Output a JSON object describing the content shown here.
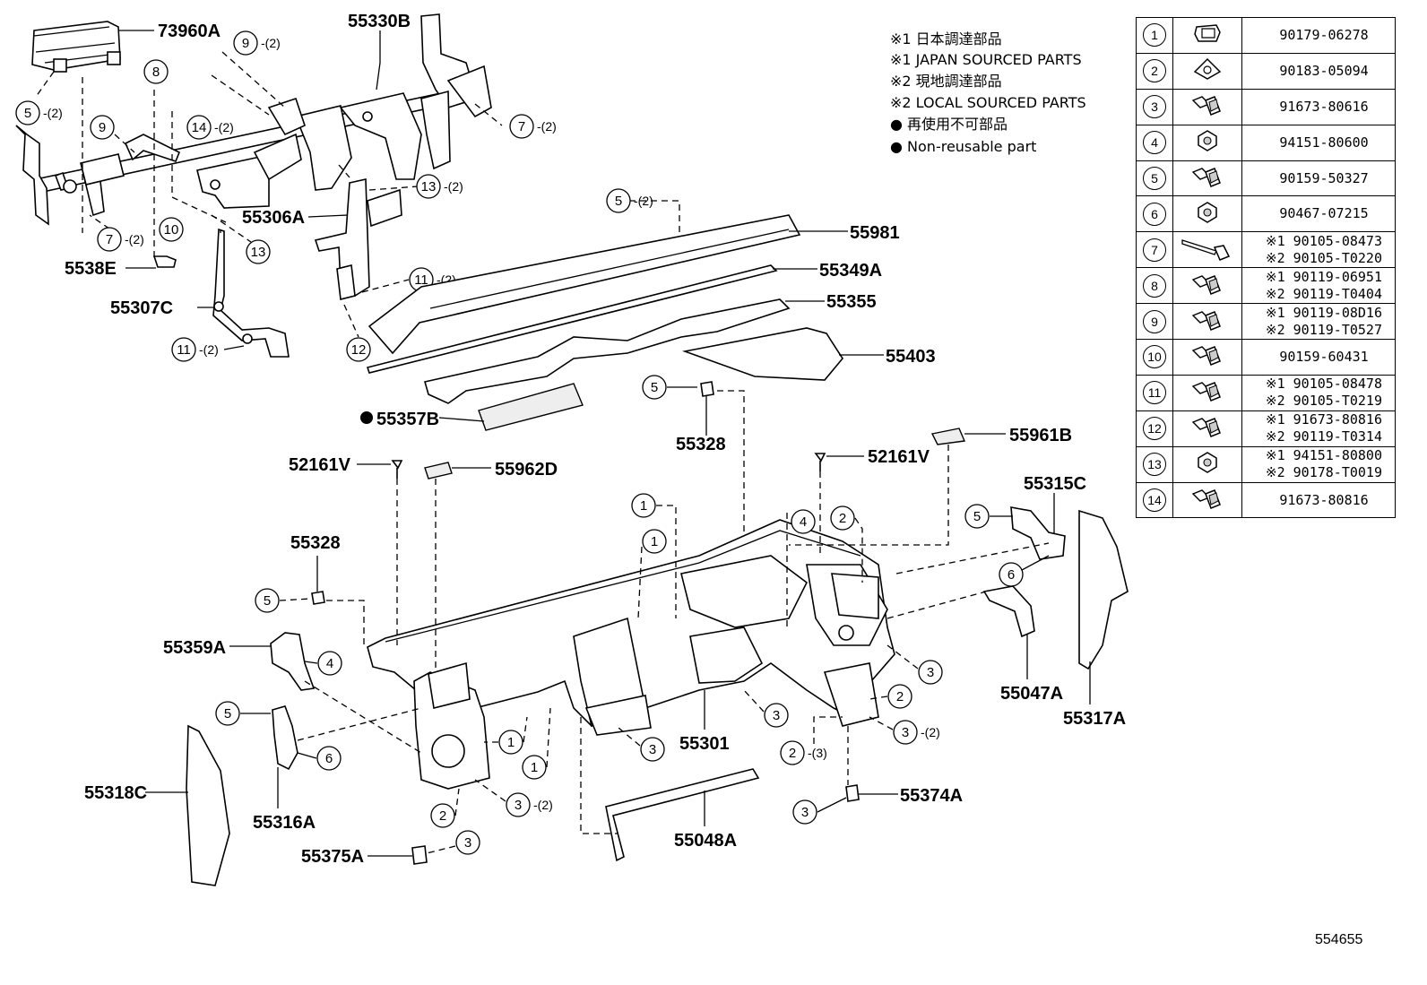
{
  "legend": {
    "line1": "※1 日本調達部品",
    "line2": "※1 JAPAN SOURCED PARTS",
    "line3": "※2 現地調達部品",
    "line4": "※2 LOCAL SOURCED PARTS",
    "line5": "● 再使用不可部品",
    "line6": "● Non-reusable part"
  },
  "labels": {
    "p73960A": "73960A",
    "p55330B": "55330B",
    "p5538E": "5538E",
    "p55307C": "55307C",
    "p55306A": "55306A",
    "p55981": "55981",
    "p55349A": "55349A",
    "p55355": "55355",
    "p55403": "55403",
    "p55357B": "55357B",
    "p55328a": "55328",
    "p55328b": "55328",
    "p52161Va": "52161V",
    "p52161Vb": "52161V",
    "p55962D": "55962D",
    "p55961B": "55961B",
    "p55315C": "55315C",
    "p55359A": "55359A",
    "p55301": "55301",
    "p55047A": "55047A",
    "p55317A": "55317A",
    "p55318C": "55318C",
    "p55316A": "55316A",
    "p55374A": "55374A",
    "p55048A": "55048A",
    "p55375A": "55375A"
  },
  "callouts": {
    "c5a": "5",
    "c5a_q": "-(2)",
    "c9a": "9",
    "c9a_q": "-(2)",
    "c8": "8",
    "c9b": "9",
    "c14": "14",
    "c14_q": "-(2)",
    "c7a": "7",
    "c7a_q": "-(2)",
    "c7b": "7",
    "c7b_q": "-(2)",
    "c10": "10",
    "c13a": "13",
    "c13a_q": "-(2)",
    "c13b": "13",
    "c11a": "11",
    "c11a_q": "-(2)",
    "c11b": "11",
    "c11b_q": "-(2)",
    "c12": "12",
    "c5b": "5",
    "c5b_q": "-(2)",
    "c5c": "5",
    "c1a": "1",
    "c1b": "1",
    "c1c": "1",
    "c1d": "1",
    "c4a": "4",
    "c2a": "2",
    "c5d": "5",
    "c6a": "6",
    "c5e": "5",
    "c4b": "4",
    "c5f": "5",
    "c6b": "6",
    "c3a": "3",
    "c3b": "3",
    "c3c": "3",
    "c2b": "2",
    "c3d": "3",
    "c3d_q": "-(2)",
    "c2c": "2",
    "c2c_q": "-(3)",
    "c3e": "3",
    "c3e_q": "-(2)",
    "c2d": "2",
    "c3f": "3",
    "c3g": "3"
  },
  "fasteners": [
    {
      "num": "1",
      "icon": "u-nut-clip-icon",
      "line1": "90179-06278",
      "line2": ""
    },
    {
      "num": "2",
      "icon": "clip-nut-icon",
      "line1": "90183-05094",
      "line2": ""
    },
    {
      "num": "3",
      "icon": "flange-bolt-icon",
      "line1": "91673-80616",
      "line2": ""
    },
    {
      "num": "4",
      "icon": "flange-nut-icon",
      "line1": "94151-80600",
      "line2": ""
    },
    {
      "num": "5",
      "icon": "flange-bolt-icon",
      "line1": "90159-50327",
      "line2": ""
    },
    {
      "num": "6",
      "icon": "flange-nut-icon",
      "line1": "90467-07215",
      "line2": ""
    },
    {
      "num": "7",
      "icon": "long-bolt-icon",
      "line1": "※1 90105-08473",
      "line2": "※2 90105-T0220"
    },
    {
      "num": "8",
      "icon": "flange-bolt-icon",
      "line1": "※1 90119-06951",
      "line2": "※2 90119-T0404"
    },
    {
      "num": "9",
      "icon": "flange-bolt-icon",
      "line1": "※1 90119-08D16",
      "line2": "※2 90119-T0527"
    },
    {
      "num": "10",
      "icon": "flange-bolt-icon",
      "line1": "90159-60431",
      "line2": ""
    },
    {
      "num": "11",
      "icon": "flange-bolt-icon",
      "line1": "※1 90105-08478",
      "line2": "※2 90105-T0219"
    },
    {
      "num": "12",
      "icon": "flange-bolt-icon",
      "line1": "※1 91673-80816",
      "line2": "※2 90119-T0314"
    },
    {
      "num": "13",
      "icon": "flange-nut-icon",
      "line1": "※1 94151-80800",
      "line2": "※2 90178-T0019"
    },
    {
      "num": "14",
      "icon": "flange-bolt-icon",
      "line1": "91673-80816",
      "line2": ""
    }
  ],
  "page_ref": "554655"
}
